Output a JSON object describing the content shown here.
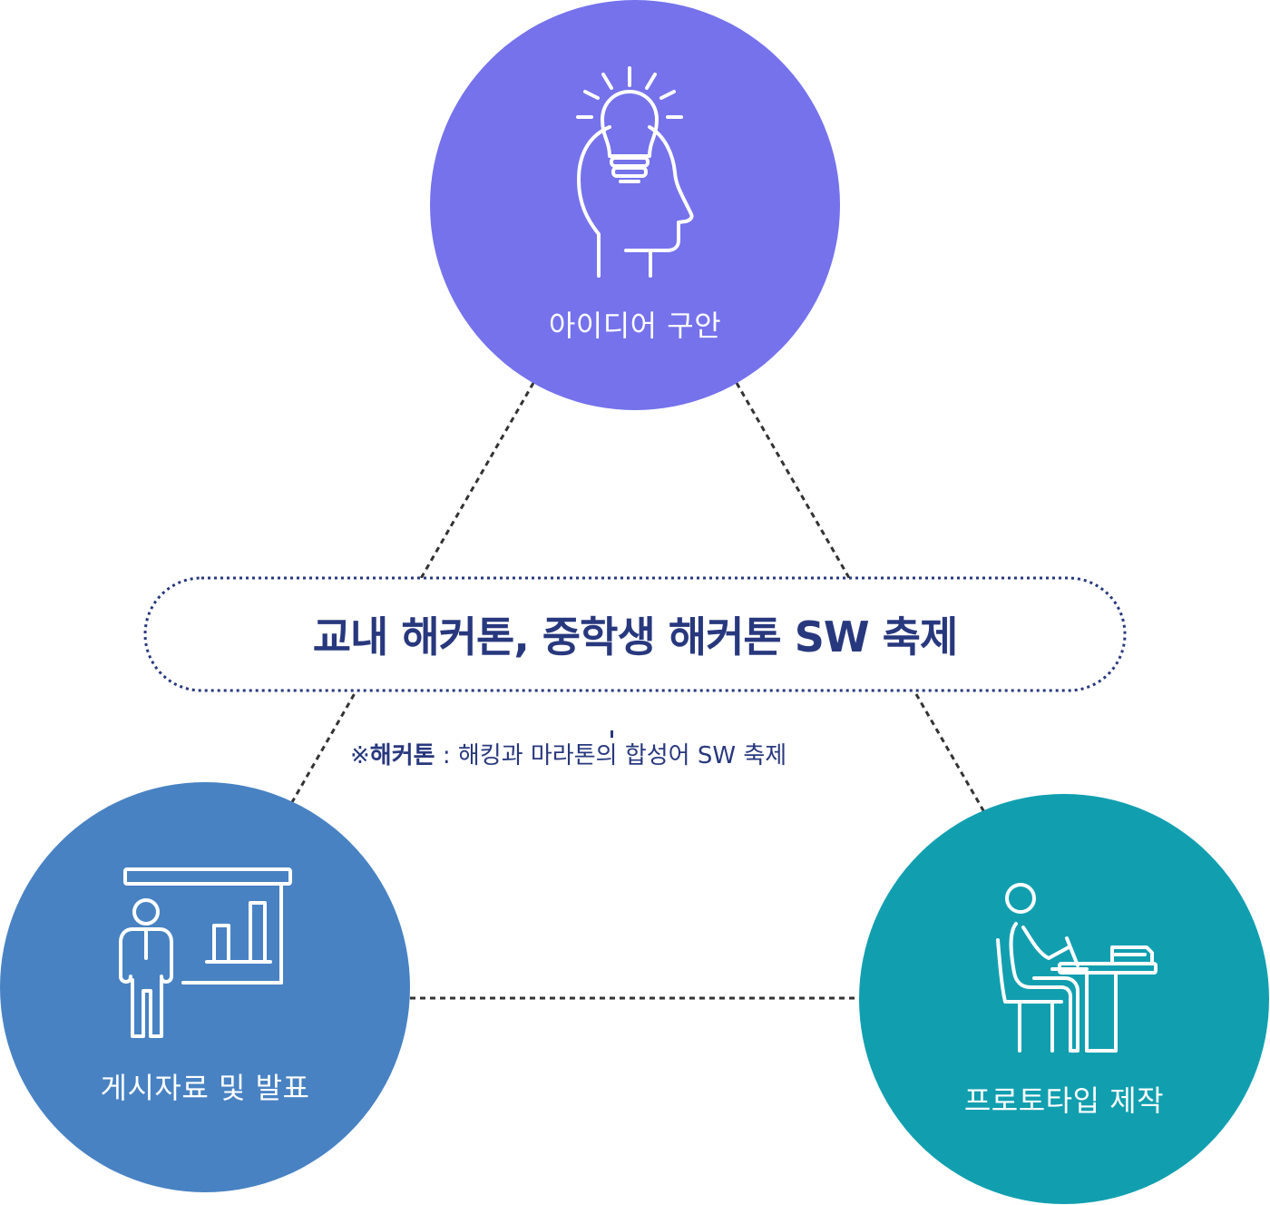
{
  "colors": {
    "idea": "#7572ec",
    "presentation": "#4882c3",
    "prototype": "#119fb0",
    "title": "#28387e",
    "dashed_line": "#333333",
    "pill_border": "#28387e"
  },
  "nodes": {
    "idea": {
      "label": "아이디어 구안",
      "icon": "head-lightbulb-icon"
    },
    "presentation": {
      "label": "게시자료 및 발표",
      "icon": "presenter-chart-icon"
    },
    "prototype": {
      "label": "프로토타입 제작",
      "icon": "person-at-desk-icon"
    }
  },
  "center": {
    "title": "교내 해커톤, 중학생 해커톤 SW 축제"
  },
  "note": {
    "prefix": "※",
    "term": "해커톤",
    "definition": " : 해킹과 마라톤의 합성어 SW 축제"
  }
}
